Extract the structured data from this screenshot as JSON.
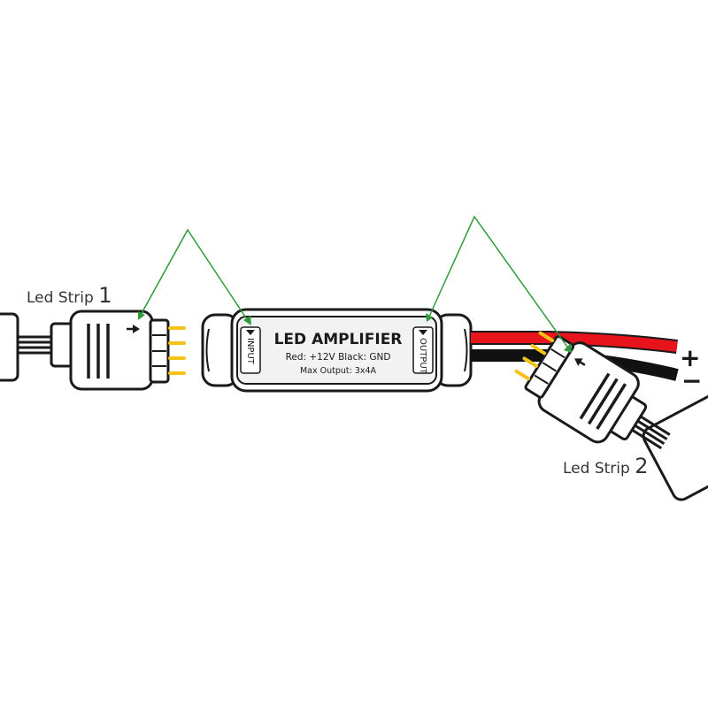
{
  "labels": {
    "strip1_name": "Led Strip",
    "strip1_num": "1",
    "strip2_name": "Led Strip",
    "strip2_num": "2"
  },
  "amplifier": {
    "title": "LED AMPLIFIER",
    "line1": "Red: +12V  Black: GND",
    "line2": "Max Output: 3x4A",
    "input_label": "INPUT",
    "output_label": "OUTPUT"
  },
  "polarity": {
    "plus": "+",
    "minus": "−"
  },
  "colors": {
    "outline": "#1a1a1a",
    "pin_gold": "#f5c21a",
    "wire_red": "#e8141b",
    "wire_black": "#111111",
    "pointer_green": "#2e9a3b",
    "panel_gray": "#f2f2f2"
  }
}
